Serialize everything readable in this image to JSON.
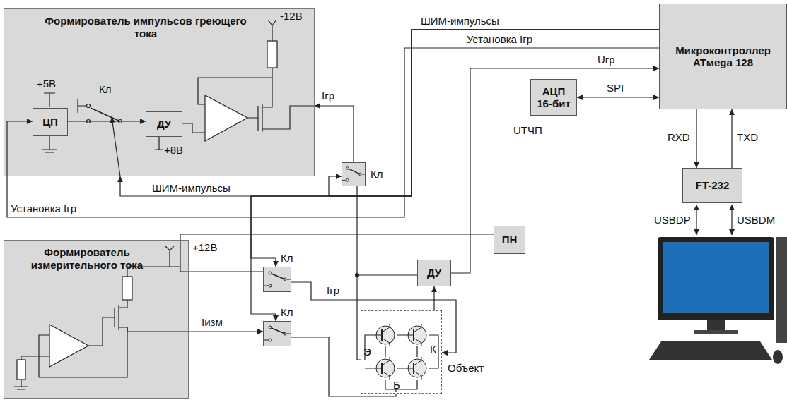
{
  "diagram": {
    "nodes": [
      {
        "text": [
          "Формирователь импульсов греющего тока"
        ]
      },
      {
        "text": [
          "ЦП"
        ],
        "in": 0
      },
      {
        "text": [
          "ДУ"
        ],
        "in": 0
      },
      {
        "text": [
          "Формирователь измерительного тока"
        ]
      },
      {
        "text": [
          "АЦП 16-бит"
        ]
      },
      {
        "text": [
          "Микроконтроллер",
          "ATмega 128"
        ]
      },
      {
        "text": [
          "FT-232"
        ]
      },
      {
        "text": [
          "ПН"
        ]
      },
      {
        "text": [
          "ДУ"
        ]
      },
      {
        "text": [
          "Объект"
        ]
      },
      {
        "text": [
          "Кл"
        ]
      },
      {
        "text": [
          "Кл"
        ]
      },
      {
        "text": [
          "Кл"
        ]
      }
    ],
    "edges": [
      {
        "from": 1,
        "to": 2,
        "arrow": "to"
      },
      {
        "from": 5,
        "to": 1,
        "arrow": "to"
      },
      {
        "from": 5,
        "to": 0,
        "arrow": "to"
      },
      {
        "from": 5,
        "to": 10,
        "arrow": "to"
      },
      {
        "from": 5,
        "to": 11,
        "arrow": "to"
      },
      {
        "from": 5,
        "to": 12,
        "arrow": "to"
      },
      {
        "from": 10,
        "to": 0,
        "arrow": "to"
      },
      {
        "from": 10,
        "to": 9,
        "arrow": "none"
      },
      {
        "from": 3,
        "to": 11,
        "arrow": "none"
      },
      {
        "from": 3,
        "to": 12,
        "arrow": "to"
      },
      {
        "from": 11,
        "to": 9,
        "arrow": "to"
      },
      {
        "from": 12,
        "to": 9,
        "arrow": "none"
      },
      {
        "from": 9,
        "to": 8,
        "arrow": "to"
      },
      {
        "from": 8,
        "to": 5,
        "arrow": "to"
      },
      {
        "from": 4,
        "to": 5,
        "arrow": "both"
      },
      {
        "from": 3,
        "to": 7,
        "arrow": "none"
      },
      {
        "from": 5,
        "to": 6,
        "arrow": "to"
      },
      {
        "from": 6,
        "to": 5,
        "arrow": "to"
      }
    ],
    "labels": [
      "-12В",
      "+5В",
      "Кл",
      "+8В",
      "Iгр",
      "ШИМ-импульсы",
      "Установка Iгр",
      "Uгр",
      "SPI",
      "UТЧП",
      "RXD",
      "TXD",
      "ШИМ-импульсы",
      "Установка Iгр",
      "USBDP",
      "USBDM",
      "+12В",
      "Iгр",
      "Iизм",
      "Э",
      "К",
      "Б"
    ]
  }
}
